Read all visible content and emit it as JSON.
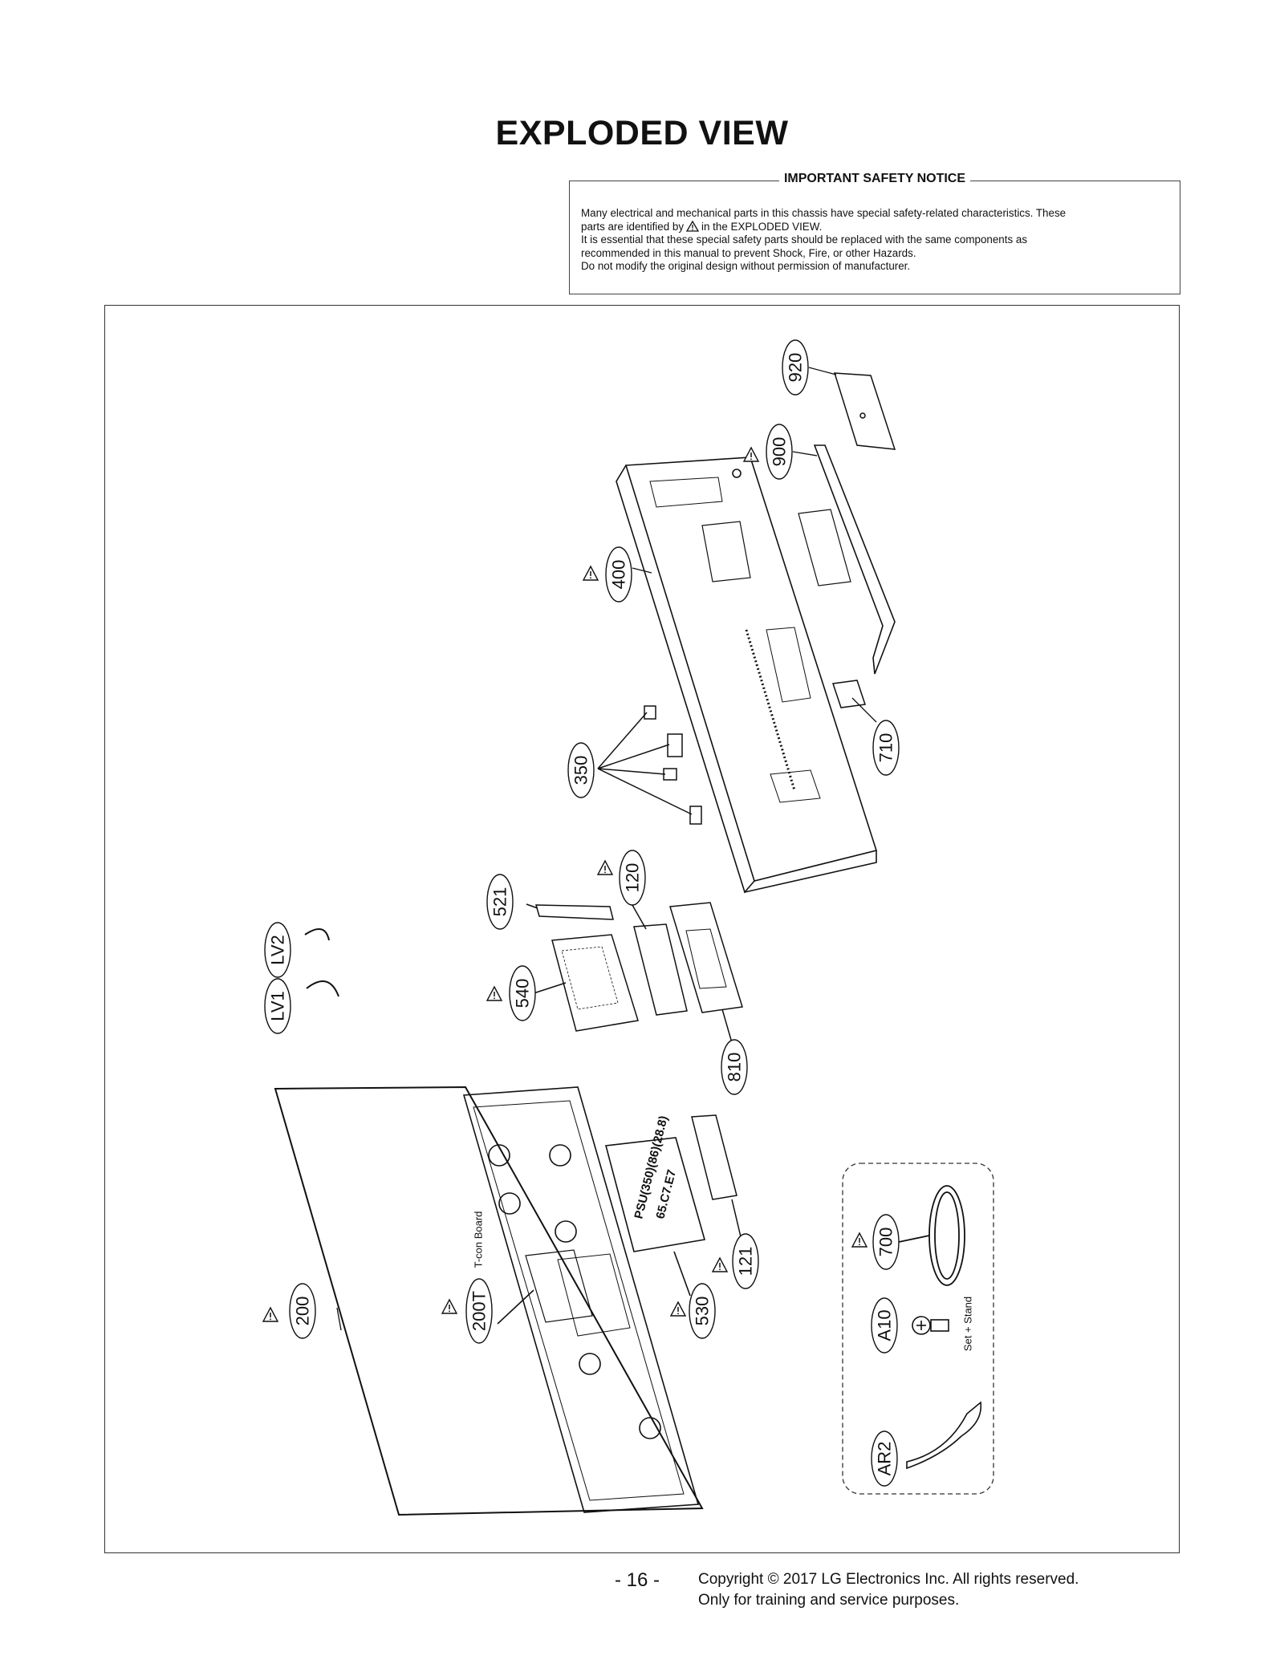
{
  "page_title": "EXPLODED VIEW",
  "notice": {
    "heading": "IMPORTANT SAFETY NOTICE",
    "line1": "Many electrical and mechanical parts in this chassis have special safety-related characteristics. These",
    "line2a": "parts are identified by",
    "line2b": "in the EXPLODED VIEW.",
    "line3": "It is essential that these special safety parts should be replaced with the same components as",
    "line4": "recommended in this manual to prevent Shock, Fire, or other Hazards.",
    "line5": "Do not modify the original design without permission of manufacturer."
  },
  "parts": {
    "p920": "920",
    "p900": "900",
    "p400": "400",
    "p710": "710",
    "p350": "350",
    "p120": "120",
    "p521": "521",
    "p540": "540",
    "p810": "810",
    "plv1": "LV1",
    "plv2": "LV2",
    "p200": "200",
    "p200t": "200T",
    "p530": "530",
    "p121": "121",
    "p700": "700",
    "pa10": "A10",
    "par2": "AR2"
  },
  "annotations": {
    "tcon": "T-con Board",
    "set_stand": "Set + Stand",
    "psu_line1": "PSU(350)(86)(28.8)",
    "psu_line2": "65.C7.E7"
  },
  "footer": {
    "page_number": "- 16 -",
    "copyright": "Copyright © 2017 LG Electronics Inc. All rights reserved.",
    "purpose": "Only for training and service purposes."
  }
}
